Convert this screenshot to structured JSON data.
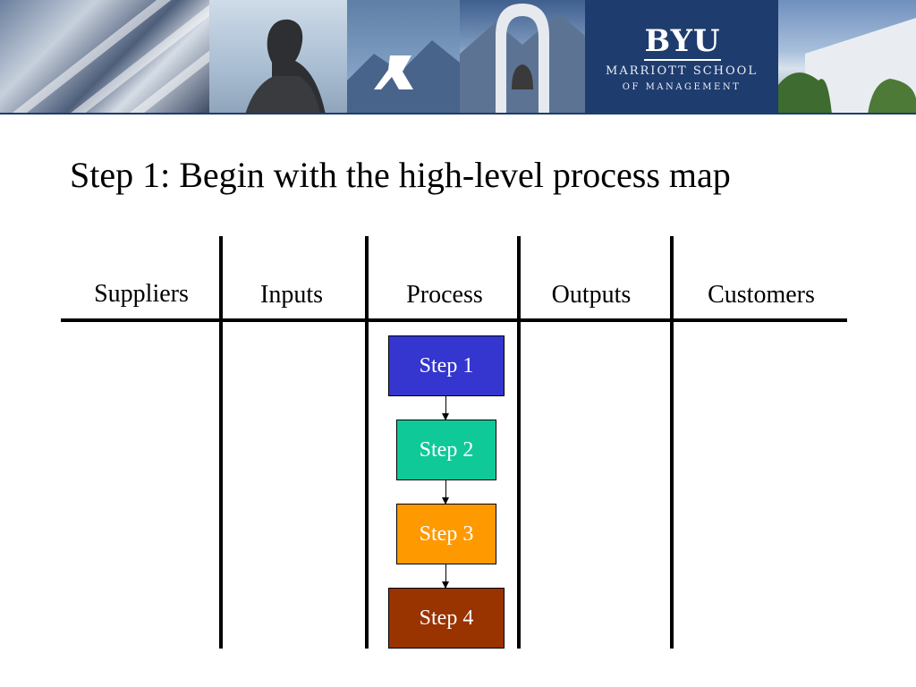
{
  "banner": {
    "logo_mark": "BYU",
    "logo_line1": "MARRIOTT SCHOOL",
    "logo_line2": "OF MANAGEMENT"
  },
  "slide": {
    "title": "Step 1: Begin with the high-level process map"
  },
  "sipoc": {
    "columns": [
      "Suppliers",
      "Inputs",
      "Process",
      "Outputs",
      "Customers"
    ],
    "steps": [
      {
        "label": "Step 1",
        "color": "#3535D0"
      },
      {
        "label": "Step 2",
        "color": "#10C999"
      },
      {
        "label": "Step 3",
        "color": "#FF9900"
      },
      {
        "label": "Step 4",
        "color": "#993300"
      }
    ],
    "flow": [
      "Step 1 → Step 2",
      "Step 2 → Step 3",
      "Step 3 → Step 4"
    ]
  },
  "icons": [
    "building-photo",
    "statue-photo",
    "y-mountain-photo",
    "bell-tower-photo",
    "campus-building-photo"
  ]
}
